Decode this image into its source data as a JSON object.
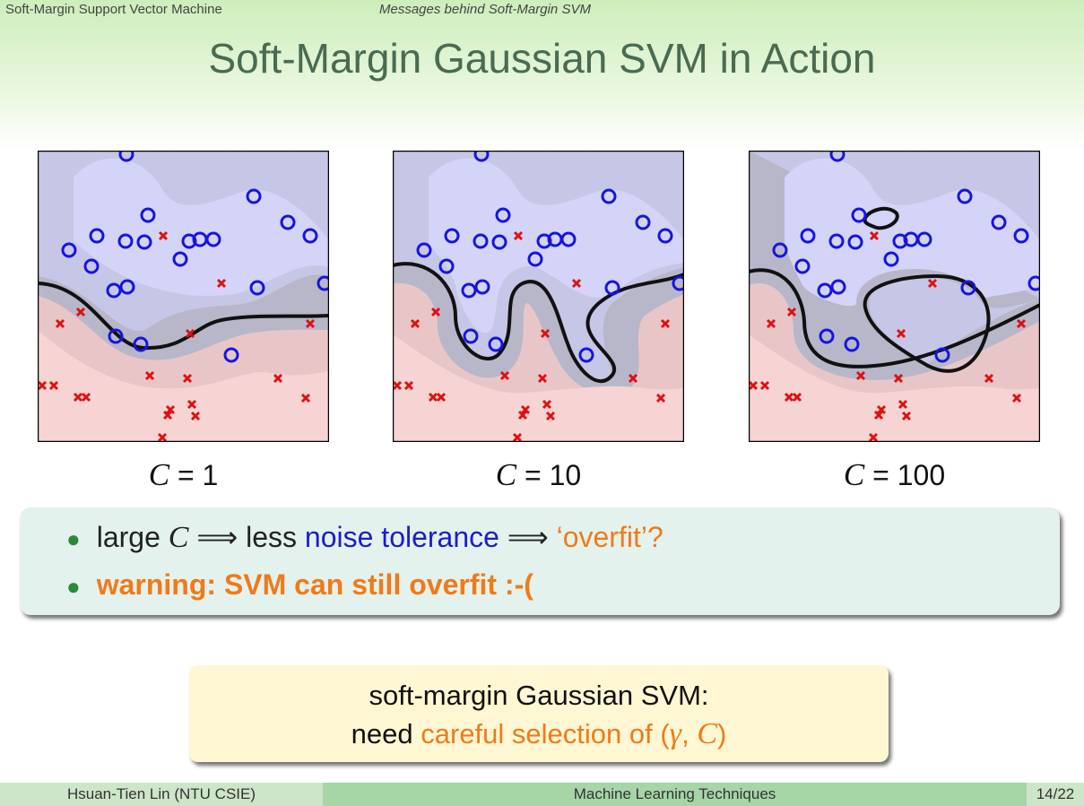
{
  "header": {
    "section": "Soft-Margin Support Vector Machine",
    "subsection": "Messages behind Soft-Margin SVM"
  },
  "title": "Soft-Margin Gaussian SVM in Action",
  "plots": [
    {
      "c_label": "C",
      "c_value": "= 1"
    },
    {
      "c_label": "C",
      "c_value": "= 10"
    },
    {
      "c_label": "C",
      "c_value": "= 100"
    }
  ],
  "bullets": {
    "b1": {
      "pre": "large",
      "var": "C",
      "arrow1": "⟹",
      "less": "less",
      "noise": "noise tolerance",
      "arrow2": "⟹",
      "overfit": "‘overfit’?"
    },
    "b2": "warning: SVM can still overfit :-("
  },
  "note": {
    "line1": "soft-margin Gaussian SVM:",
    "line2_prefix": "need",
    "line2_orange": "careful selection of (",
    "gamma": "γ",
    "comma": ",",
    "c": "C",
    "close": ")"
  },
  "footer": {
    "author": "Hsuan-Tien Lin  (NTU CSIE)",
    "course": "Machine Learning Techniques",
    "page": "14/22"
  },
  "colors": {
    "circle": "#1515e0",
    "cross": "#e01010",
    "region_blue": "#d4d4f8",
    "region_red": "#f7d4d4",
    "margin": "#b7b7c9"
  }
}
